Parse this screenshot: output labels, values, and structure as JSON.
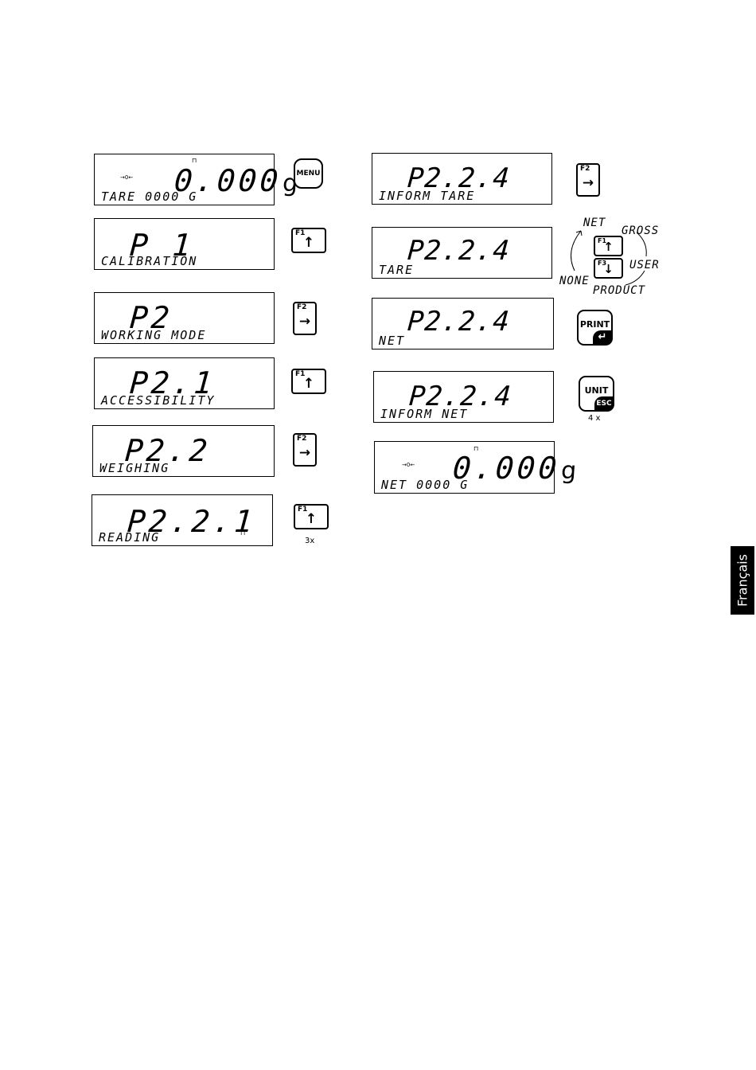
{
  "left_steps": [
    {
      "main": "0.000",
      "unit": "g",
      "sub": "TARE 0000   G",
      "key": "MENU",
      "note": ""
    },
    {
      "main": "P 1",
      "unit": "",
      "sub": "CALIBRATION",
      "key": "F1",
      "note": ""
    },
    {
      "main": "P2",
      "unit": "",
      "sub": "WORKING MODE",
      "key": "F2",
      "note": ""
    },
    {
      "main": "P2.1",
      "unit": "",
      "sub": "ACCESSIBILITY",
      "key": "F1",
      "note": ""
    },
    {
      "main": "P2.2",
      "unit": "",
      "sub": "WEIGHING",
      "key": "F2",
      "note": ""
    },
    {
      "main": "P2.2.1",
      "unit": "",
      "sub": "READING",
      "key": "F1",
      "note": "3x"
    }
  ],
  "right_steps": [
    {
      "main": "P2.2.4",
      "sub": "INFORM TARE",
      "key": "F2"
    },
    {
      "main": "P2.2.4",
      "sub": "TARE",
      "key": "F1/F3"
    },
    {
      "main": "P2.2.4",
      "sub": "NET",
      "key": "PRINT"
    },
    {
      "main": "P2.2.4",
      "sub": "INFORM NET",
      "key": "UNIT",
      "note": "4 x"
    },
    {
      "main": "0.000",
      "unit": "g",
      "sub": "NET 0000   G"
    }
  ],
  "options": {
    "net": "NET",
    "gross": "GROSS",
    "user": "USER",
    "product": "PRODUCT",
    "none": "NONE"
  },
  "keys": {
    "menu": "MENU",
    "f1": "F1",
    "f2": "F2",
    "f3": "F3",
    "print": "PRINT",
    "unit": "UNIT",
    "esc": "ESC",
    "up_arrow": "↑",
    "down_arrow": "↓",
    "right_arrow": "→",
    "enter_arrow": "↵"
  },
  "indicators": {
    "zero": "→0←",
    "stable": "⊓"
  },
  "side_tab": "Français"
}
